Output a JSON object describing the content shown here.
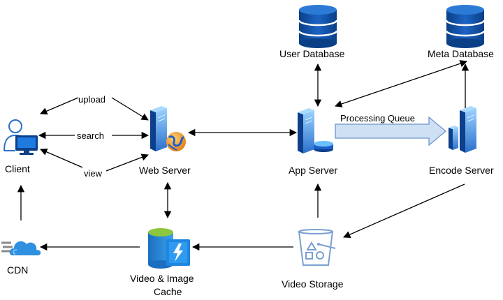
{
  "nodes": {
    "client": {
      "label": "Client",
      "icon": "user-computer-icon"
    },
    "web_server": {
      "label": "Web Server",
      "icon": "web-server-icon"
    },
    "app_server": {
      "label": "App Server",
      "icon": "app-server-icon"
    },
    "encode_server": {
      "label": "Encode Server",
      "icon": "encode-server-icon"
    },
    "user_database": {
      "label": "User Database",
      "icon": "database-icon"
    },
    "meta_database": {
      "label": "Meta Database",
      "icon": "database-icon"
    },
    "cdn": {
      "label": "CDN",
      "icon": "cloud-icon"
    },
    "cache": {
      "label_line1": "Video & Image",
      "label_line2": "Cache",
      "icon": "cache-icon"
    },
    "video_storage": {
      "label": "Video Storage",
      "icon": "storage-bucket-icon"
    }
  },
  "edges": {
    "upload": "upload",
    "search": "search",
    "view": "view",
    "processing_queue": "Processing Queue"
  },
  "colors": {
    "server_blue": "#1b5fc9",
    "server_light": "#4aa3f0",
    "db_blue": "#0e4ea1",
    "queue_fill": "#cfe0f5",
    "queue_stroke": "#6d95c8",
    "cdn_blue": "#2f8fe0",
    "cache_green": "#8dc63f",
    "storage_line": "#7a9fd1"
  }
}
